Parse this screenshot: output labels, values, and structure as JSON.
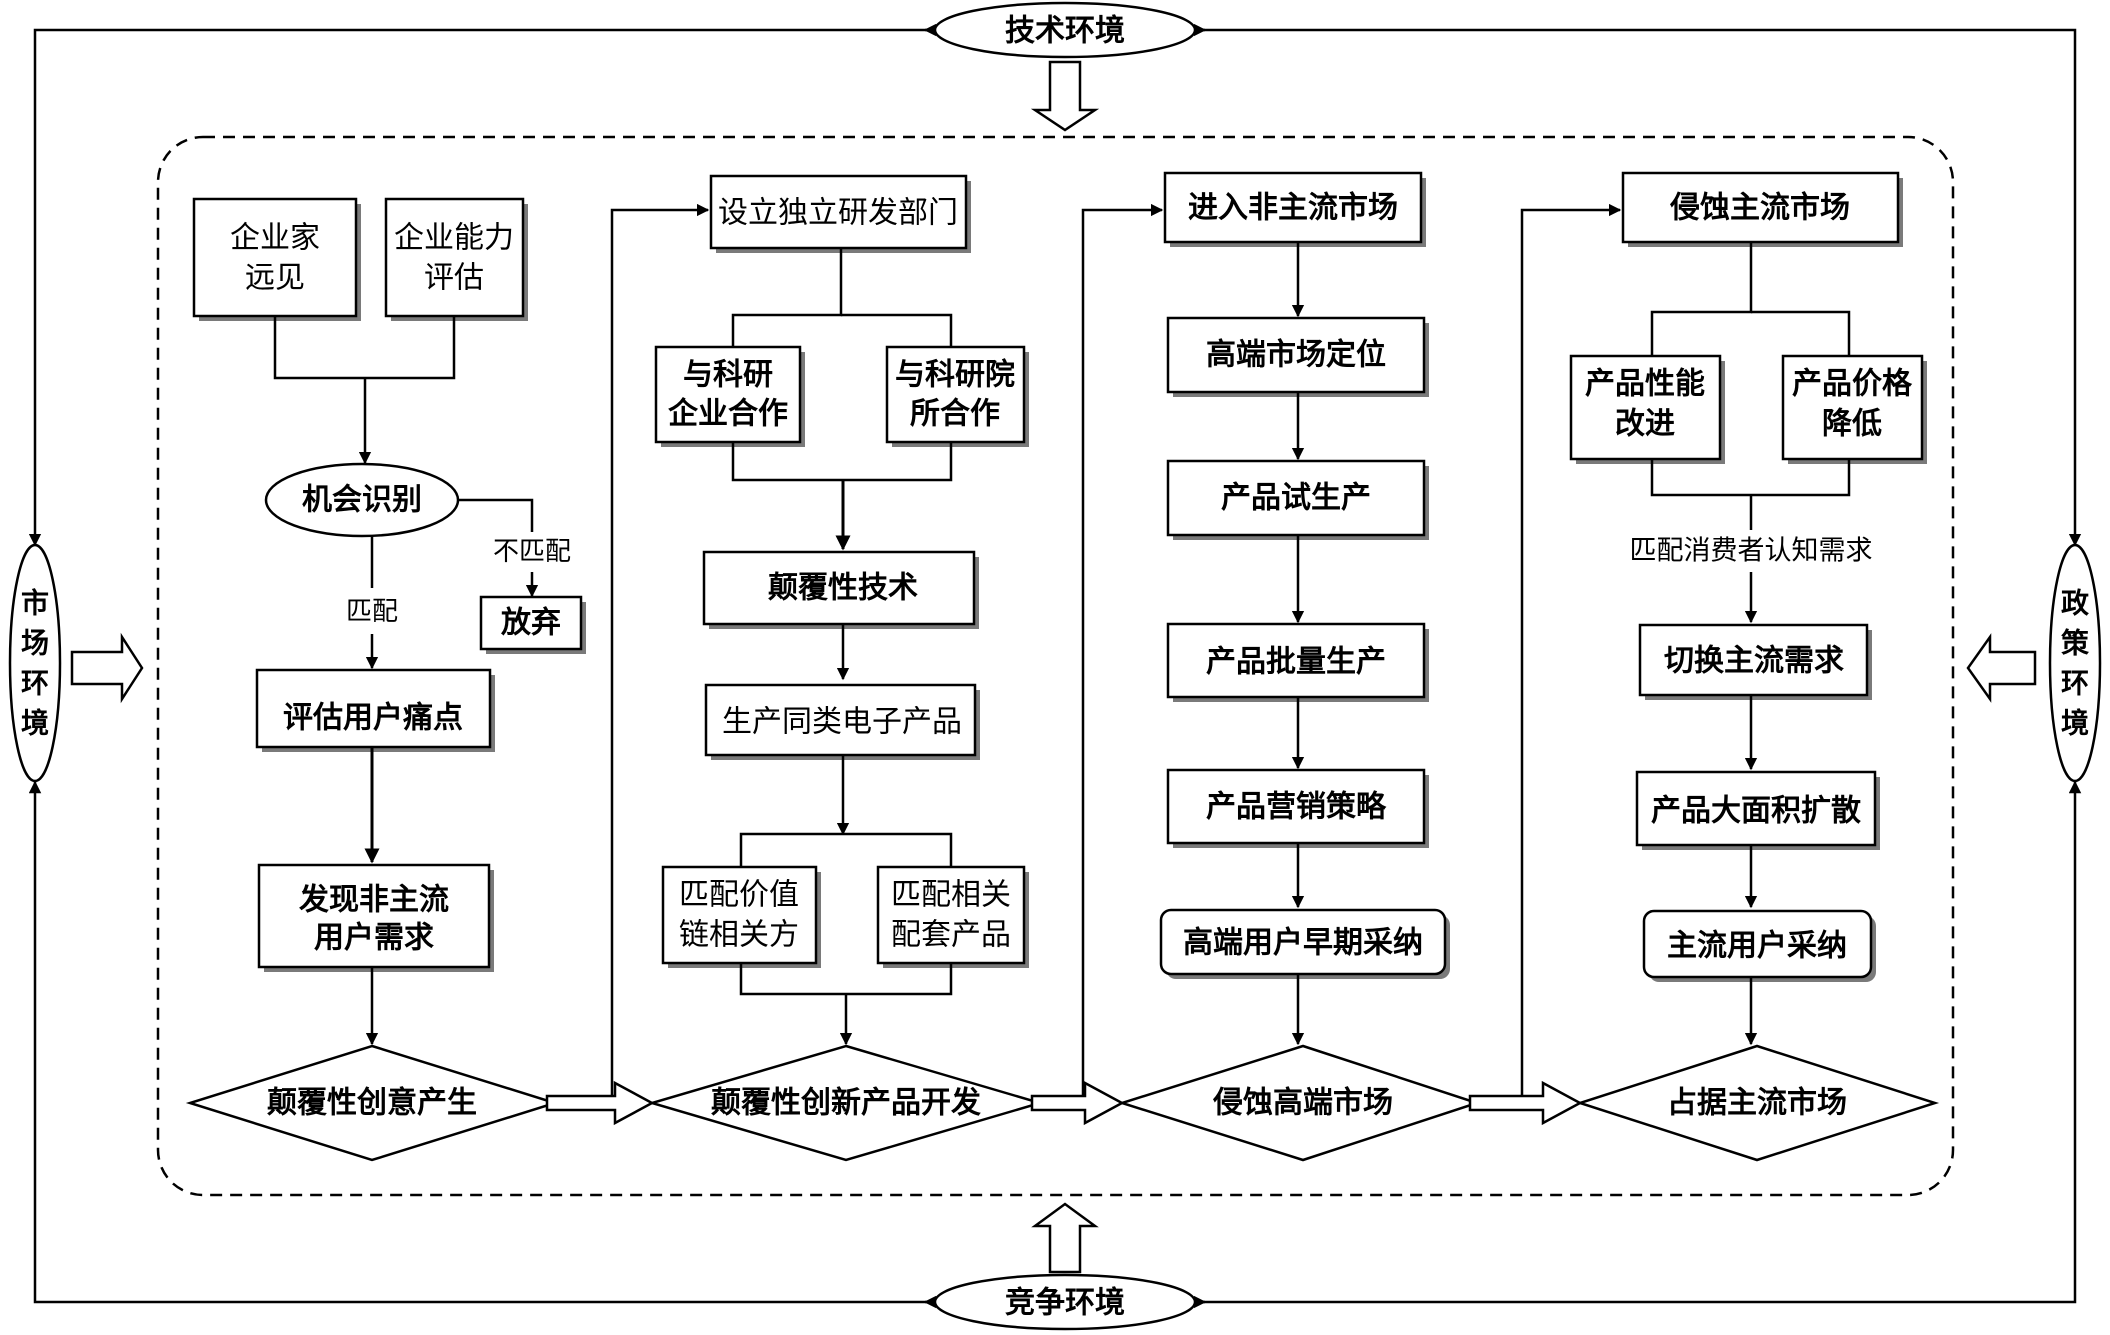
{
  "env": {
    "tech": "技术环境",
    "competition": "竞争环境",
    "market": [
      "市",
      "场",
      "环",
      "境"
    ],
    "policy": [
      "政",
      "策",
      "环",
      "境"
    ]
  },
  "col1": {
    "entrepreneur": [
      "企业家",
      "远见"
    ],
    "capability": [
      "企业能力",
      "评估"
    ],
    "opportunity": "机会识别",
    "mismatch": "不匹配",
    "abandon": "放弃",
    "match": "匹配",
    "pain_points": "评估用户痛点",
    "discover": [
      "发现非主流",
      "用户需求"
    ],
    "stage": "颠覆性创意产生"
  },
  "col2": {
    "rd_dept": "设立独立研发部门",
    "coop_enterprise": [
      "与科研",
      "企业合作"
    ],
    "coop_institute": [
      "与科研院",
      "所合作"
    ],
    "tech": "颠覆性技术",
    "produce": "生产同类电子产品",
    "value_chain": [
      "匹配价值",
      "链相关方"
    ],
    "supporting": [
      "匹配相关",
      "配套产品"
    ],
    "stage": "颠覆性创新产品开发"
  },
  "col3": {
    "enter": "进入非主流市场",
    "positioning": "高端市场定位",
    "trial": "产品试生产",
    "mass": "产品批量生产",
    "marketing": "产品营销策略",
    "adoption": "高端用户早期采纳",
    "stage": "侵蚀高端市场"
  },
  "col4": {
    "erode": "侵蚀主流市场",
    "performance": [
      "产品性能",
      "改进"
    ],
    "price": [
      "产品价格",
      "降低"
    ],
    "match_demand": "匹配消费者认知需求",
    "switch": "切换主流需求",
    "diffusion": "产品大面积扩散",
    "adoption": "主流用户采纳",
    "stage": "占据主流市场"
  }
}
